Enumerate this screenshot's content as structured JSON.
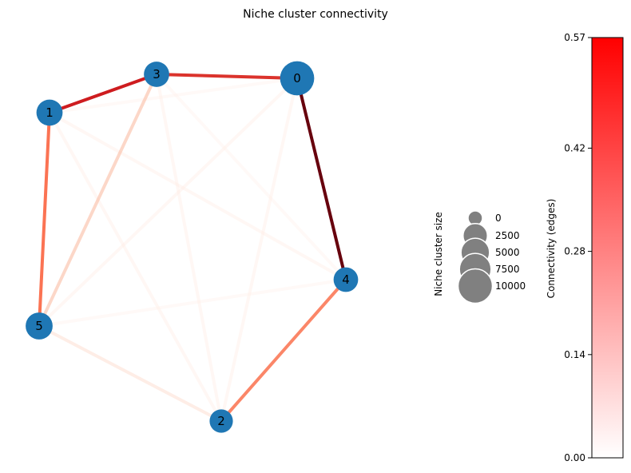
{
  "title": "Niche cluster connectivity",
  "nodes": [
    {
      "id": "0",
      "size": 9800
    },
    {
      "id": "1",
      "size": 3500
    },
    {
      "id": "2",
      "size": 2000
    },
    {
      "id": "3",
      "size": 3000
    },
    {
      "id": "4",
      "size": 2600
    },
    {
      "id": "5",
      "size": 4000
    }
  ],
  "edges": [
    {
      "source": "0",
      "target": "4",
      "weight": 0.57
    },
    {
      "source": "0",
      "target": "3",
      "weight": 0.38
    },
    {
      "source": "1",
      "target": "3",
      "weight": 0.42
    },
    {
      "source": "1",
      "target": "5",
      "weight": 0.27
    },
    {
      "source": "2",
      "target": "4",
      "weight": 0.24
    },
    {
      "source": "3",
      "target": "5",
      "weight": 0.12
    },
    {
      "source": "2",
      "target": "5",
      "weight": 0.06
    },
    {
      "source": "0",
      "target": "5",
      "weight": 0.02
    },
    {
      "source": "2",
      "target": "3",
      "weight": 0.02
    },
    {
      "source": "1",
      "target": "2",
      "weight": 0.02
    },
    {
      "source": "1",
      "target": "4",
      "weight": 0.02
    },
    {
      "source": "0",
      "target": "2",
      "weight": 0.02
    },
    {
      "source": "3",
      "target": "4",
      "weight": 0.01
    },
    {
      "source": "4",
      "target": "5",
      "weight": 0.01
    },
    {
      "source": "0",
      "target": "1",
      "weight": 0.01
    }
  ],
  "size_legend": {
    "label": "Niche cluster size",
    "entries": [
      {
        "value": 0,
        "text": "0"
      },
      {
        "value": 2500,
        "text": "2500"
      },
      {
        "value": 5000,
        "text": "5000"
      },
      {
        "value": 7500,
        "text": "7500"
      },
      {
        "value": 10000,
        "text": "10000"
      }
    ]
  },
  "colorbar": {
    "label": "Connectivity (edges)",
    "min": 0,
    "max": 0.57,
    "ticks": [
      "0.00",
      "0.14",
      "0.28",
      "0.42",
      "0.57"
    ],
    "color_low": "#ffffff",
    "color_high": "#ff0000"
  },
  "colors": {
    "node": "#1f77b4",
    "legend_marker": "#808080",
    "edge_max": "#67000d"
  }
}
